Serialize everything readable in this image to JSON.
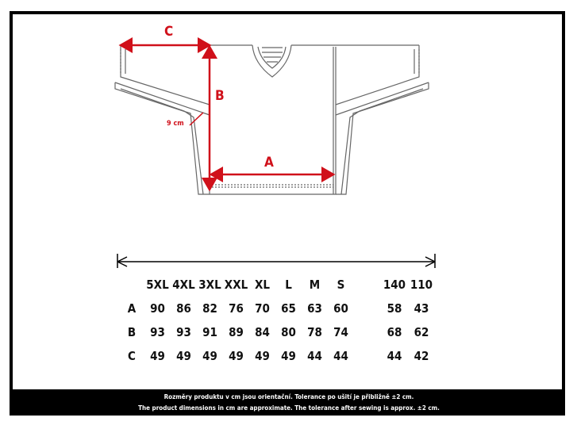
{
  "dimension_labels": {
    "a": "A",
    "b": "B",
    "c": "C",
    "sleeve_end": "9 cm"
  },
  "table": {
    "columns": [
      "",
      "5XL",
      "4XL",
      "3XL",
      "XXL",
      "XL",
      "L",
      "M",
      "S",
      "",
      "140",
      "110"
    ],
    "rows": [
      {
        "label": "A",
        "values": [
          "90",
          "86",
          "82",
          "76",
          "70",
          "65",
          "63",
          "60",
          "",
          "58",
          "43"
        ]
      },
      {
        "label": "B",
        "values": [
          "93",
          "93",
          "91",
          "89",
          "84",
          "80",
          "78",
          "74",
          "",
          "68",
          "62"
        ]
      },
      {
        "label": "C",
        "values": [
          "49",
          "49",
          "49",
          "49",
          "49",
          "49",
          "44",
          "44",
          "",
          "44",
          "42"
        ]
      }
    ]
  },
  "footer": {
    "line1": "Rozměry produktu v cm jsou orientační. Tolerance po ušití je přibližně ±2 cm.",
    "line2": "The product dimensions in cm are approximate. The tolerance after sewing is approx. ±2 cm."
  },
  "colors": {
    "accent": "#d0101a",
    "outline": "#555555",
    "border": "#000000"
  }
}
